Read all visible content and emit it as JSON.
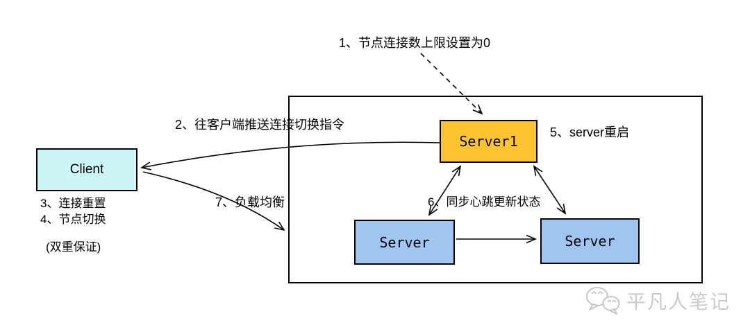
{
  "diagram": {
    "steps": {
      "step1": "1、节点连接数上限设置为0",
      "step2": "2、往客户端推送连接切换指令",
      "step3": "3、连接重置",
      "step4": "4、节点切换",
      "dual_guarantee": "(双重保证)",
      "step5": "5、server重启",
      "step6": "6、同步心跳更新状态",
      "step7": "7、负载均衡"
    },
    "nodes": {
      "client": "Client",
      "server1": "Server1",
      "server_left": "Server",
      "server_right": "Server"
    },
    "colors": {
      "client_fill": "#CCF5F6",
      "server1_fill": "#FCC52F",
      "server_fill": "#9FC5F0",
      "line": "#000000",
      "watermark": "#CBCBCB"
    }
  },
  "watermark": {
    "icon": "wechat-icon",
    "text": "平凡人笔记"
  }
}
